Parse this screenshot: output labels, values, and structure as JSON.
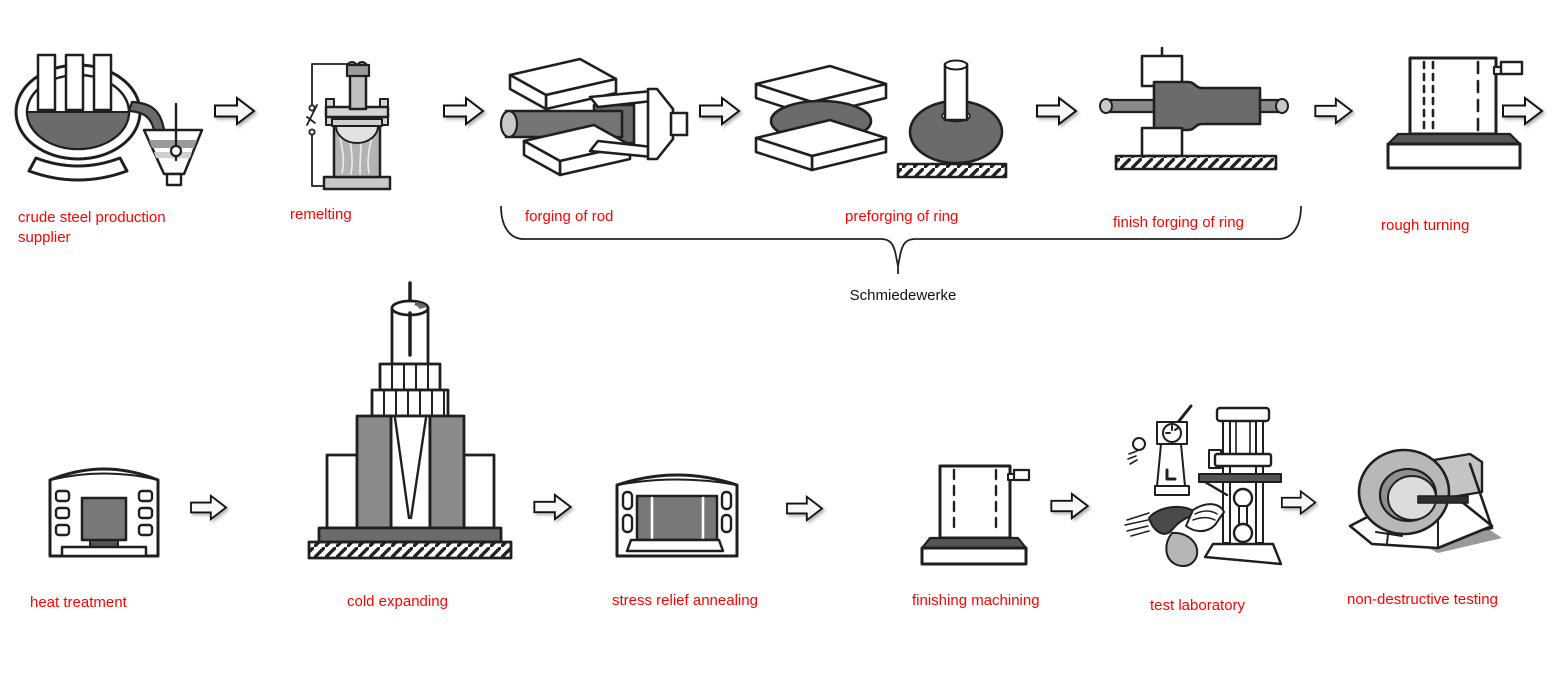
{
  "diagram": {
    "kind": "manufacturing process flow, two rows, block arrows between steps",
    "colors": {
      "label_text": "#ff0000",
      "brace_text": "#111111",
      "outline": "#1f1f1f",
      "workpiece_dark": "#6b6b6b",
      "machine_gray": "#8a8a8a",
      "light_gray": "#c9c9c9",
      "arrow_fill": "#f7f7f4"
    }
  },
  "steps": [
    {
      "label": "crude steel production supplier",
      "icon": "ladle-pouring-into-mold-icon",
      "row": 1
    },
    {
      "label": "remelting",
      "icon": "electroslag-remelting-furnace-icon",
      "row": 1
    },
    {
      "label": "forging of rod",
      "icon": "rod-forging-dies-with-manipulator-icon",
      "row": 1
    },
    {
      "label": "preforging of ring",
      "icon": "upsetting-and-punching-ring-icon",
      "row": 1
    },
    {
      "label": "finish forging of ring",
      "icon": "ring-rolling-mandrel-icon",
      "row": 1
    },
    {
      "label": "rough turning",
      "icon": "vertical-turning-machine-icon",
      "row": 1
    },
    {
      "label": "heat treatment",
      "icon": "heat-treatment-furnace-icon",
      "row": 2
    },
    {
      "label": "cold expanding",
      "icon": "cold-expanding-press-icon",
      "row": 2
    },
    {
      "label": "stress relief annealing",
      "icon": "annealing-furnace-icon",
      "row": 2
    },
    {
      "label": "finishing machining",
      "icon": "finishing-turning-machine-icon",
      "row": 2
    },
    {
      "label": "test laboratory",
      "icon": "test-lab-equipment-icon",
      "row": 2
    },
    {
      "label": "non-destructive testing",
      "icon": "ring-ndt-inspection-icon",
      "row": 2
    }
  ],
  "brace": {
    "label": "Schmiedewerke",
    "covers": [
      "forging of rod",
      "preforging of ring",
      "finish forging of ring"
    ]
  }
}
